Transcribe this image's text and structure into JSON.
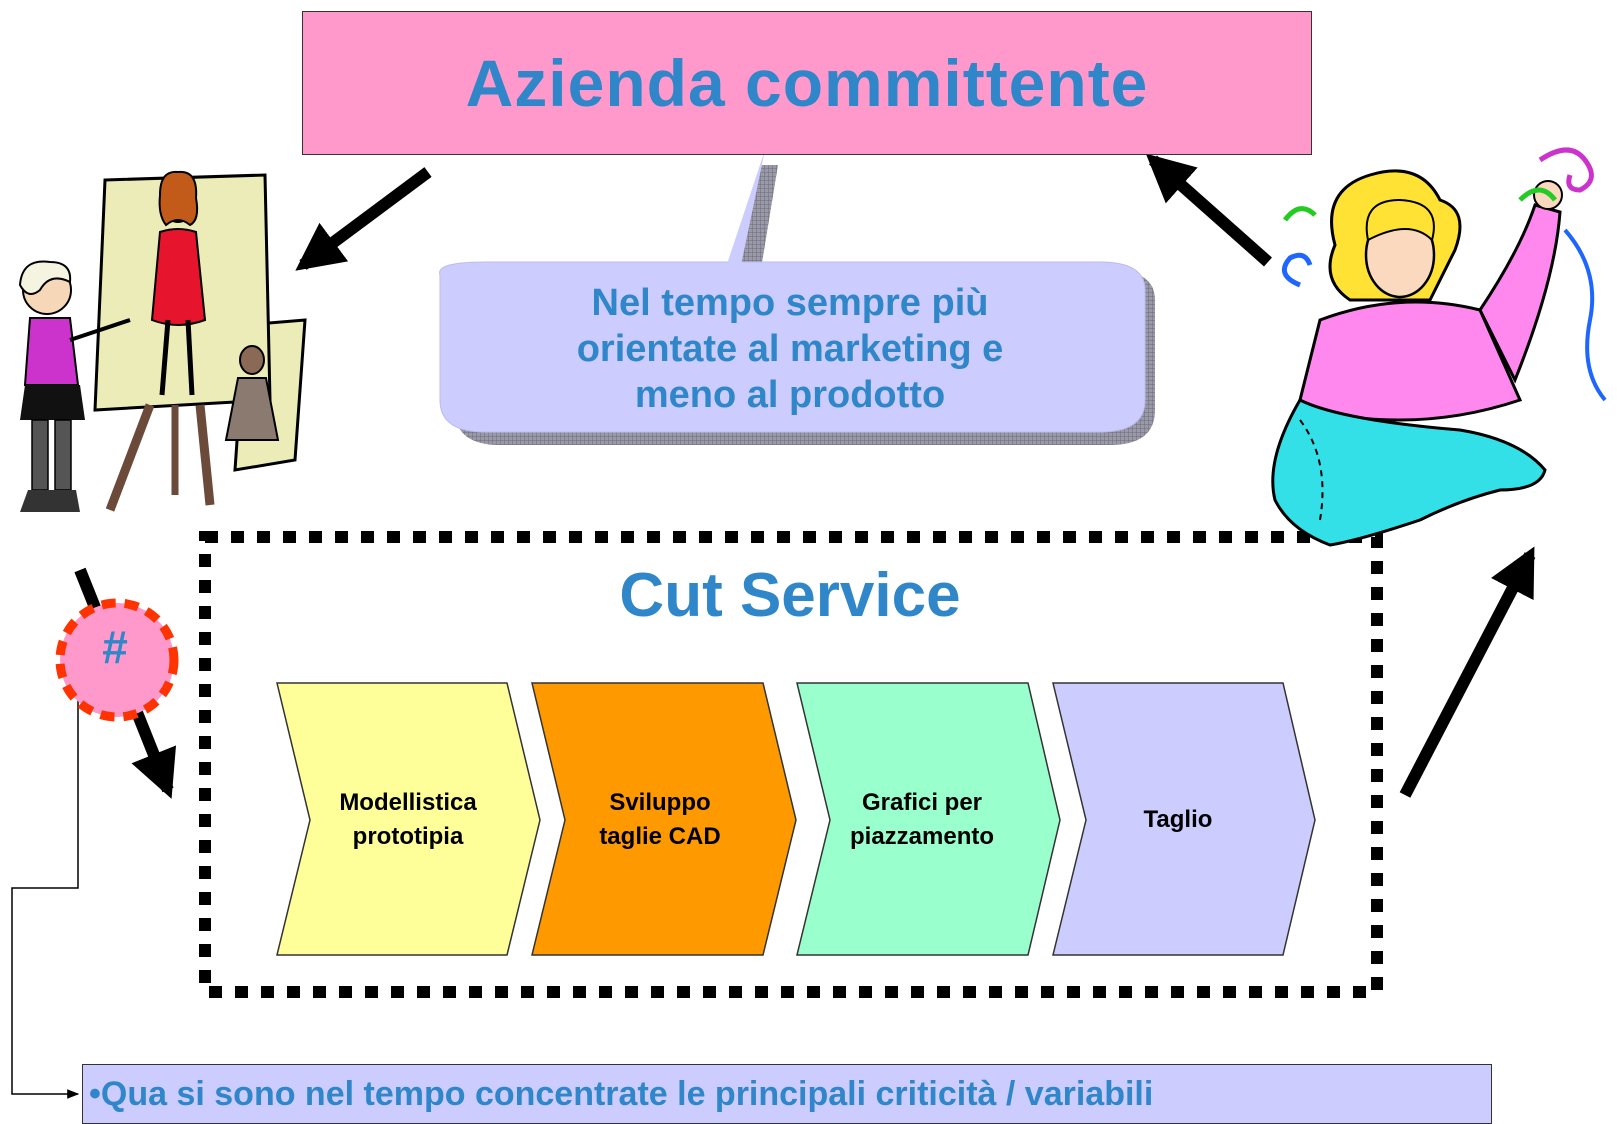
{
  "title": "Azienda committente",
  "bubble": {
    "lines": [
      "Nel tempo sempre più",
      "orientate al marketing e",
      "meno al prodotto"
    ]
  },
  "cut_service": {
    "title": "Cut Service",
    "steps": [
      {
        "lines": [
          "Modellistica",
          "prototipia"
        ],
        "color": "#ffff99"
      },
      {
        "lines": [
          "Sviluppo",
          "taglie CAD"
        ],
        "color": "#ff9900"
      },
      {
        "lines": [
          "Grafici per",
          "piazzamento"
        ],
        "color": "#99ffcc"
      },
      {
        "lines": [
          "Taglio"
        ],
        "color": "#ccccff"
      }
    ]
  },
  "marker": {
    "label": "#"
  },
  "footer": {
    "text": "•Qua si sono nel tempo concentrate le principali criticità / variabili"
  },
  "colors": {
    "accent_text": "#2f86c8",
    "title_fill": "#ff99cc",
    "bubble_fill": "#ccccff",
    "marker_fill": "#ff99cc",
    "marker_border": "#ff3300"
  },
  "illustrations": {
    "left": "fashion-designer-clipart",
    "right": "seamstress-sewing-clipart"
  }
}
